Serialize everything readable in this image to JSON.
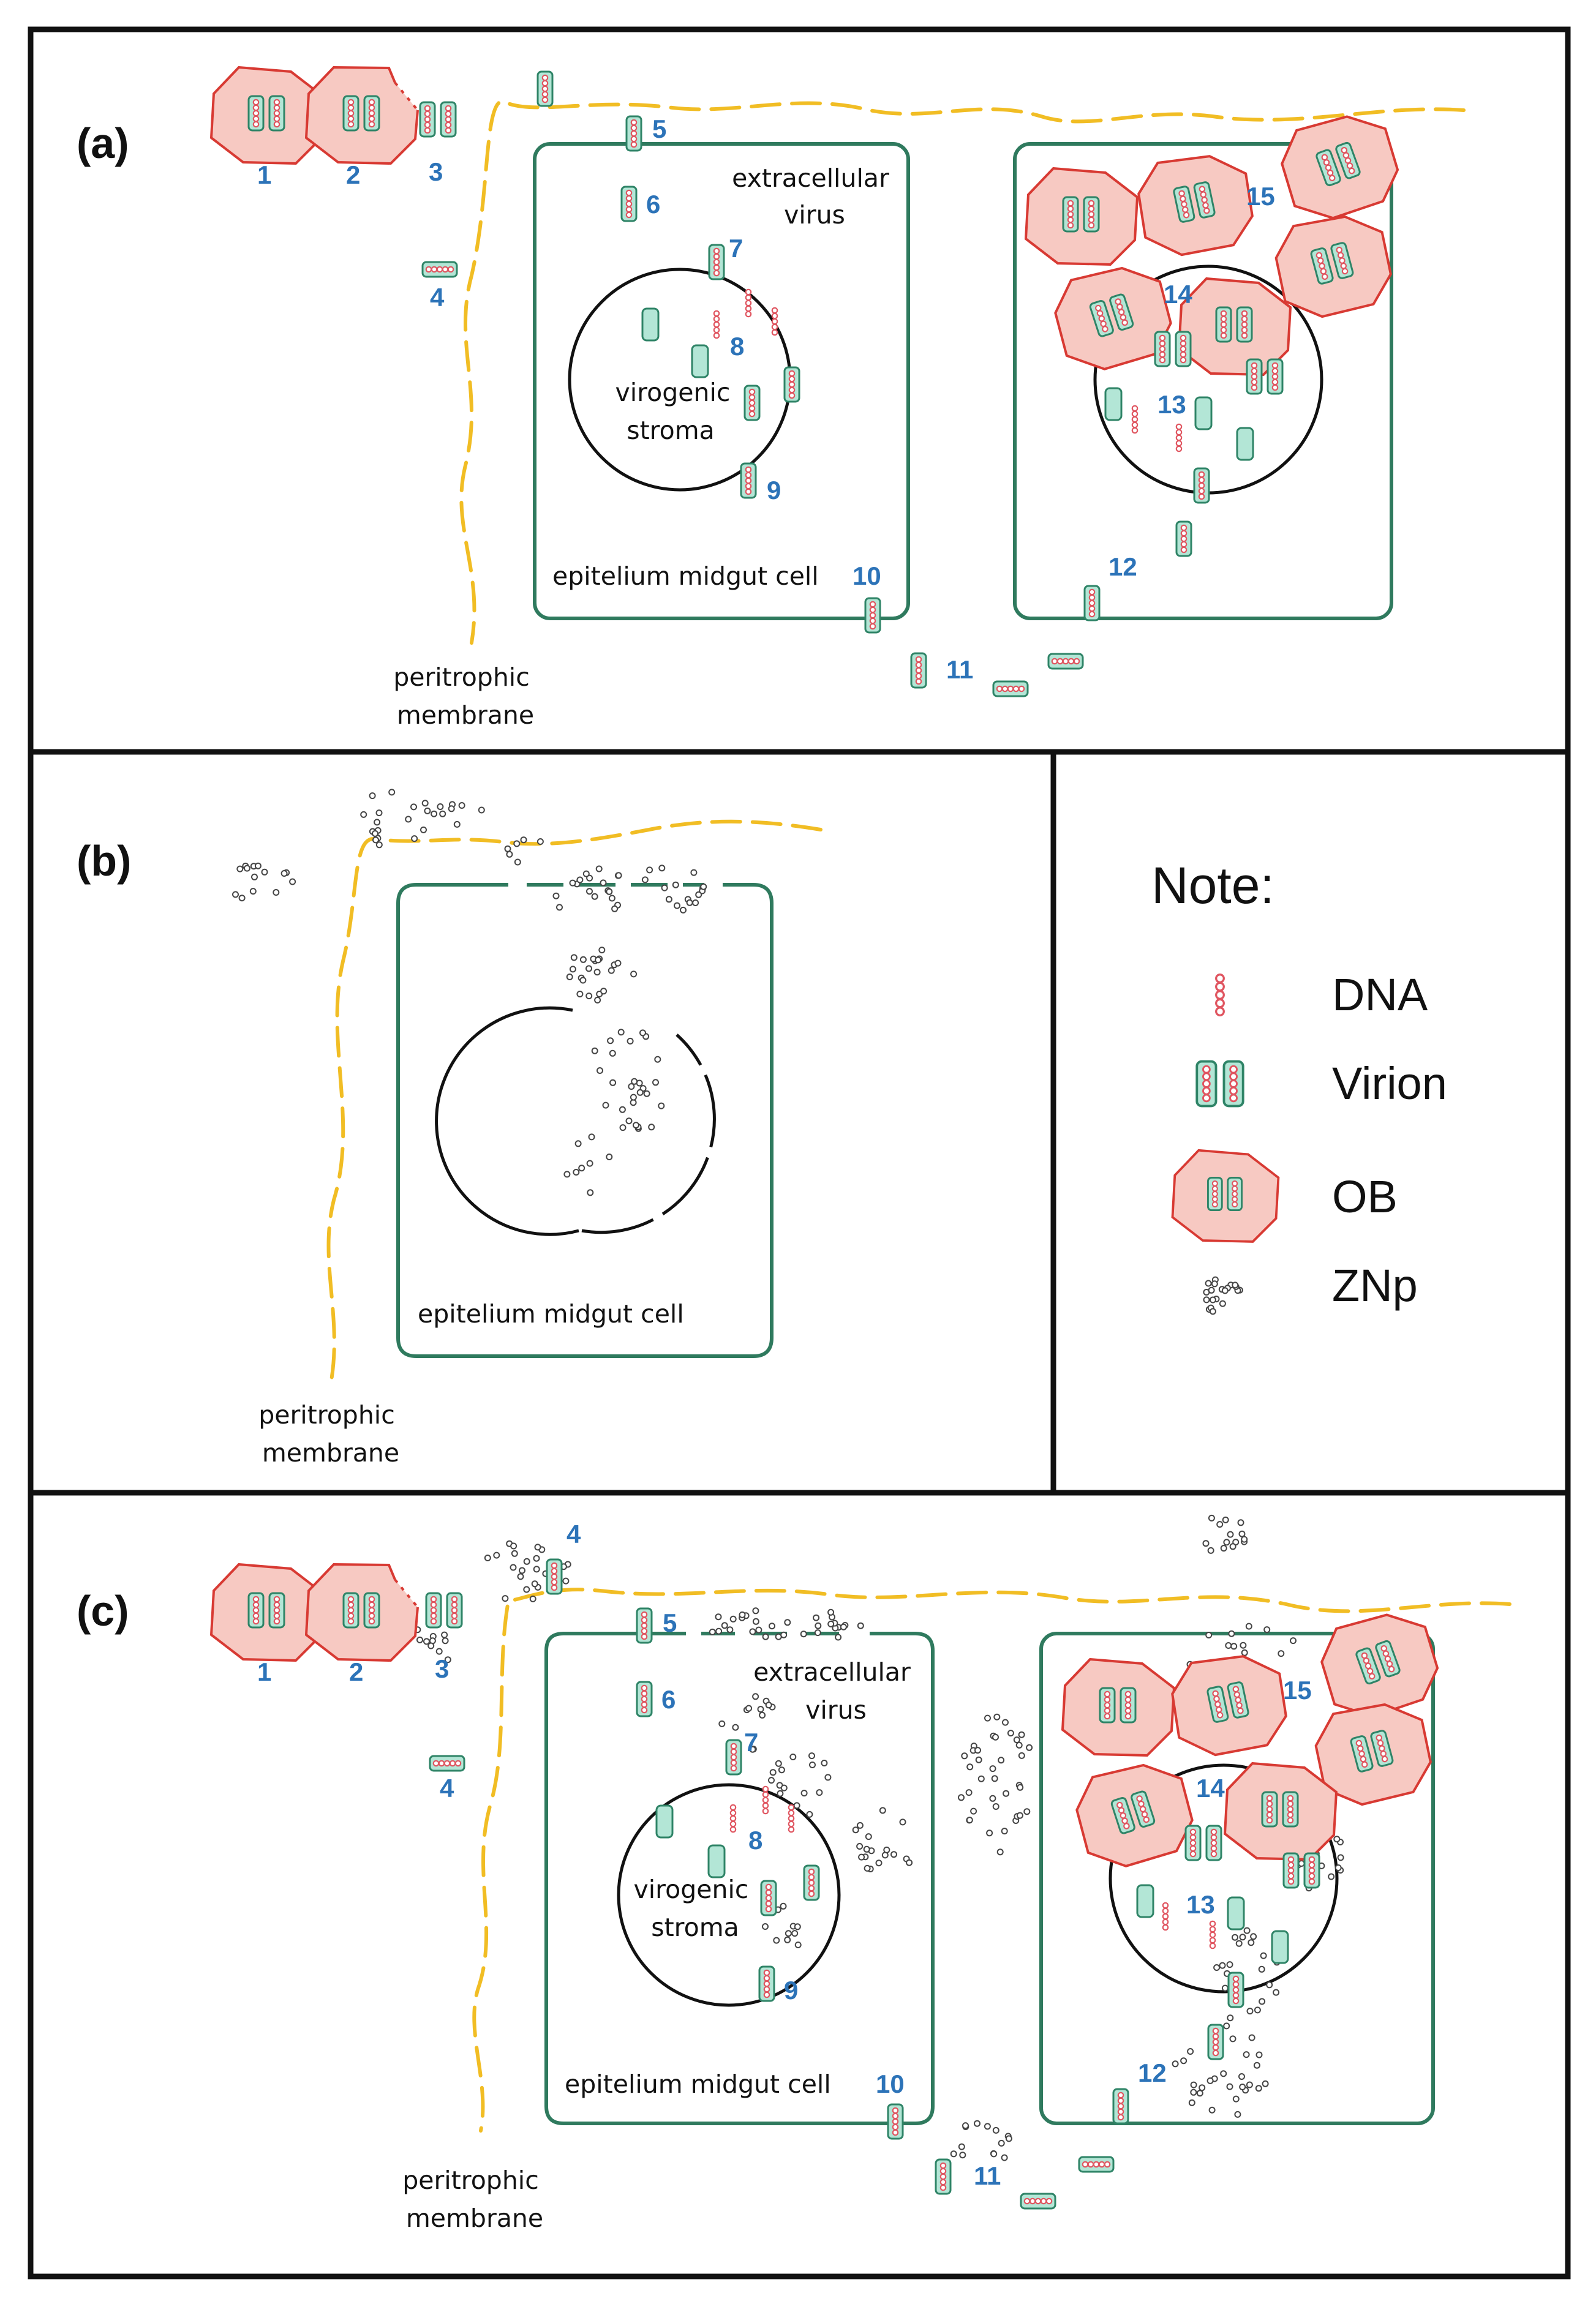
{
  "panels": {
    "a": {
      "label": "(a)",
      "labels": {
        "extracellular": [
          "extracellular",
          "virus"
        ],
        "virogenic": [
          "virogenic",
          "stroma"
        ],
        "cell": "epitelium midgut cell",
        "peritrophic": [
          "peritrophic",
          "membrane"
        ]
      }
    },
    "b": {
      "label": "(b)",
      "labels": {
        "cell": "epitelium midgut cell",
        "peritrophic": [
          "peritrophic",
          "membrane"
        ]
      }
    },
    "c": {
      "label": "(c)",
      "labels": {
        "extracellular": [
          "extracellular",
          "virus"
        ],
        "virogenic": [
          "virogenic",
          "stroma"
        ],
        "cell": "epitelium midgut cell",
        "peritrophic": [
          "peritrophic",
          "membrane"
        ]
      }
    }
  },
  "step_numbers": [
    "1",
    "2",
    "3",
    "4",
    "5",
    "6",
    "7",
    "8",
    "9",
    "10",
    "11",
    "12",
    "13",
    "14",
    "15"
  ],
  "legend": {
    "title": "Note:",
    "items": [
      {
        "key": "dna",
        "label": "DNA"
      },
      {
        "key": "virion",
        "label": "Virion"
      },
      {
        "key": "ob",
        "label": "OB"
      },
      {
        "key": "znp",
        "label": "ZNp"
      }
    ]
  },
  "colors": {
    "membrane": "#f1bd24",
    "cell_outline": "#2f7a5e",
    "number": "#2c73b8",
    "virion_fill": "#b3e6d6",
    "ob_fill": "#f7c9c2",
    "ob_stroke": "#d83a33",
    "dna": "#e05560"
  }
}
